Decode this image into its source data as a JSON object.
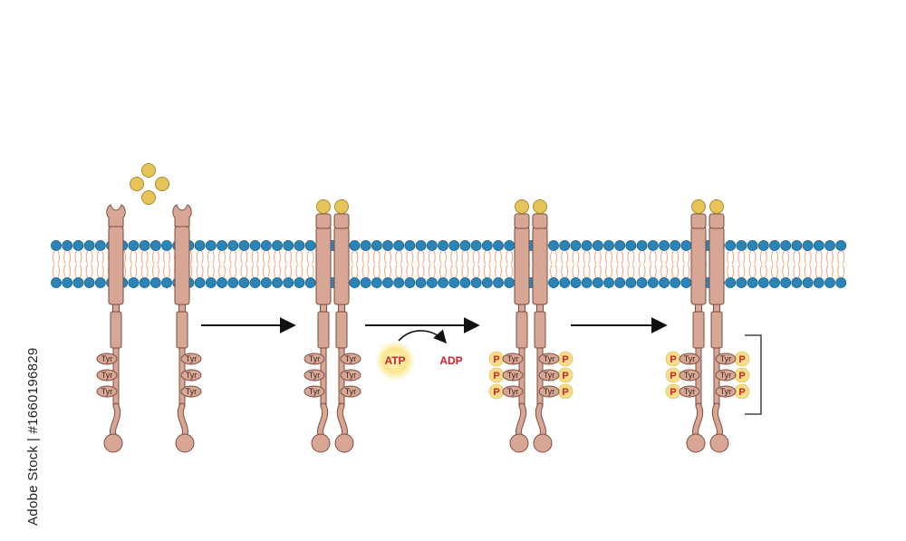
{
  "colors": {
    "receptor": "#d8a694",
    "receptor_stroke": "#7a4f42",
    "head": "#2a84b5",
    "head_stroke": "#0f4f78",
    "tail": "#f0a57f",
    "ligand": "#e6c45a",
    "ligand_stroke": "#a88a2a",
    "phosphate": "#f6dd87",
    "label_red": "#d0222a"
  },
  "icons": [
    "arrow-right-icon",
    "curved-arrow-icon",
    "bracket-icon"
  ],
  "labels": {
    "tyr": "Tyr",
    "phosphate": "P",
    "atp": "ATP",
    "adp": "ADP"
  },
  "watermark": "Adobe Stock | #1660196829",
  "stages": [
    {
      "name": "inactive-monomers"
    },
    {
      "name": "ligand-bound-dimer"
    },
    {
      "name": "autophosphorylated-dimer"
    },
    {
      "name": "active-dimer"
    }
  ]
}
